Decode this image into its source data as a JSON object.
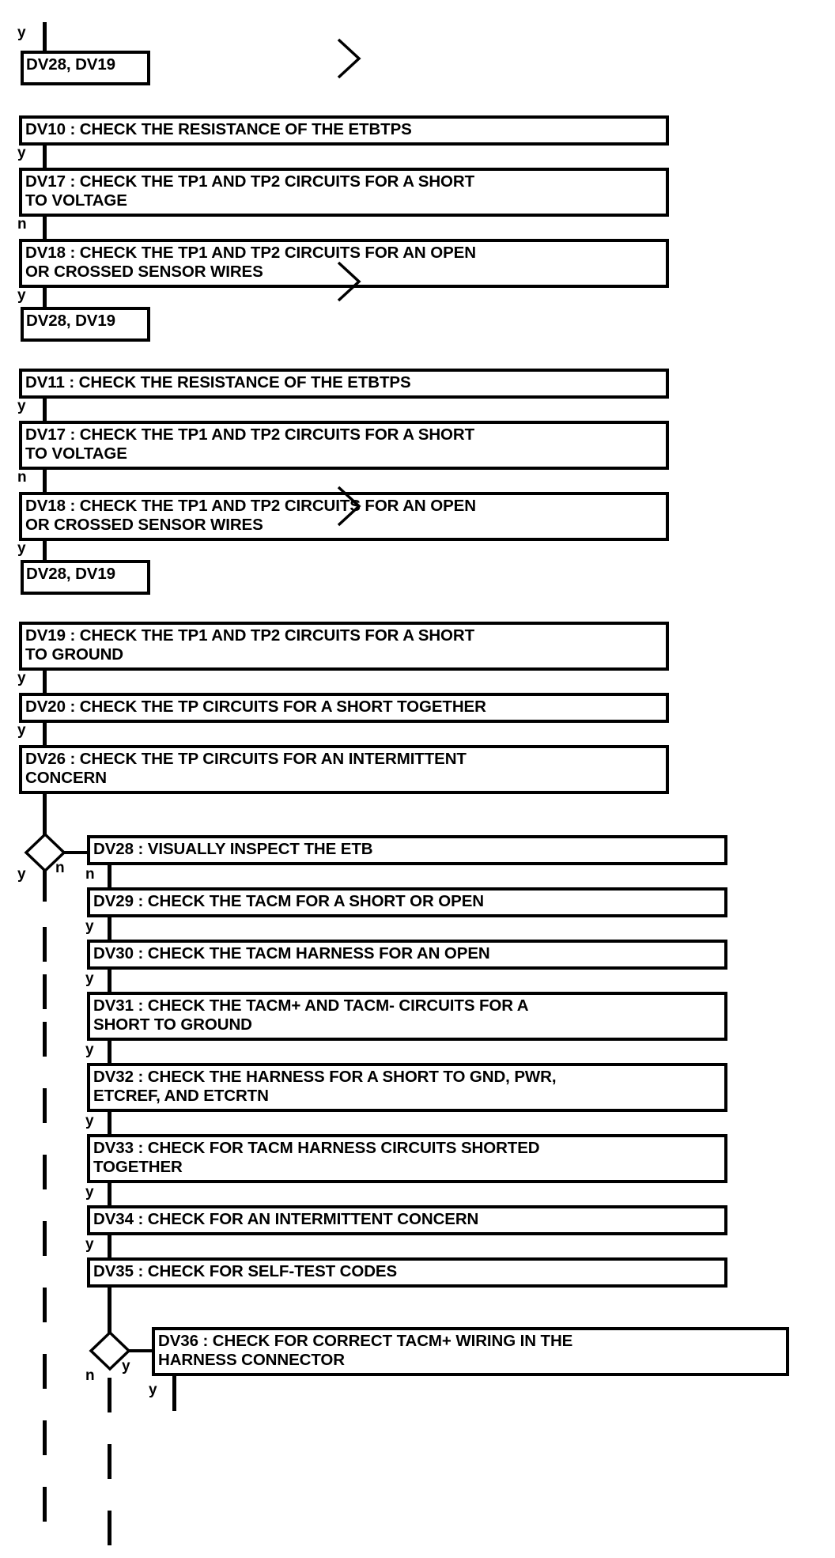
{
  "diagram": {
    "type": "flowchart",
    "title": "ETB / TACM Diagnostic Decision Flow",
    "nodes": [
      {
        "id": "tag1",
        "label": "DV28, DV19",
        "kind": "tag"
      },
      {
        "id": "dv10",
        "label": "DV10 : CHECK THE RESISTANCE OF THE ETBTPS",
        "kind": "step"
      },
      {
        "id": "dv17a",
        "label": "DV17 : CHECK THE TP1 AND TP2 CIRCUITS FOR A SHORT\nTO VOLTAGE",
        "kind": "step"
      },
      {
        "id": "dv18a",
        "label": "DV18 : CHECK THE TP1 AND TP2 CIRCUITS FOR AN OPEN\nOR CROSSED SENSOR WIRES",
        "kind": "step"
      },
      {
        "id": "tag2",
        "label": "DV28, DV19",
        "kind": "tag"
      },
      {
        "id": "dv11",
        "label": "DV11 : CHECK THE RESISTANCE OF THE ETBTPS",
        "kind": "step"
      },
      {
        "id": "dv17b",
        "label": "DV17 : CHECK THE TP1 AND TP2 CIRCUITS FOR A SHORT\nTO VOLTAGE",
        "kind": "step"
      },
      {
        "id": "dv18b",
        "label": "DV18 : CHECK THE TP1 AND TP2 CIRCUITS FOR AN OPEN\nOR CROSSED SENSOR WIRES",
        "kind": "step"
      },
      {
        "id": "tag3",
        "label": "DV28, DV19",
        "kind": "tag"
      },
      {
        "id": "dv19",
        "label": "DV19 : CHECK THE TP1 AND TP2 CIRCUITS FOR A SHORT\nTO GROUND",
        "kind": "step"
      },
      {
        "id": "dv20",
        "label": "DV20 : CHECK THE TP CIRCUITS FOR A SHORT TOGETHER",
        "kind": "step"
      },
      {
        "id": "dv26",
        "label": "DV26 : CHECK THE TP CIRCUITS FOR AN INTERMITTENT\nCONCERN",
        "kind": "step"
      },
      {
        "id": "dv28",
        "label": "DV28 : VISUALLY INSPECT THE ETB",
        "kind": "step"
      },
      {
        "id": "dv29",
        "label": "DV29 : CHECK THE TACM FOR A SHORT OR OPEN",
        "kind": "step"
      },
      {
        "id": "dv30",
        "label": "DV30 : CHECK THE TACM HARNESS FOR AN OPEN",
        "kind": "step"
      },
      {
        "id": "dv31",
        "label": "DV31 : CHECK THE TACM+ AND TACM- CIRCUITS FOR A\nSHORT TO GROUND",
        "kind": "step"
      },
      {
        "id": "dv32",
        "label": "DV32 : CHECK THE  HARNESS FOR A SHORT TO GND, PWR,\nETCREF, AND ETCRTN",
        "kind": "step"
      },
      {
        "id": "dv33",
        "label": "DV33 : CHECK FOR TACM HARNESS CIRCUITS SHORTED\nTOGETHER",
        "kind": "step"
      },
      {
        "id": "dv34",
        "label": "DV34 : CHECK FOR AN INTERMITTENT CONCERN",
        "kind": "step"
      },
      {
        "id": "dv35",
        "label": "DV35 : CHECK FOR SELF-TEST CODES",
        "kind": "step"
      },
      {
        "id": "dv36",
        "label": "DV36 : CHECK FOR CORRECT TACM+ WIRING IN THE\nHARNESS CONNECTOR",
        "kind": "step"
      }
    ],
    "branch_labels": {
      "b01": "y",
      "b02": "y",
      "b03": "n",
      "b04": "y",
      "b05": "y",
      "b06": "n",
      "b07": "y",
      "b08": "y",
      "b09": "y",
      "b10": "y",
      "b11": "y",
      "b12": "n",
      "b13": "n",
      "b14": "y",
      "b15": "y",
      "b16": "y",
      "b17": "y",
      "b18": "y",
      "b19": "y",
      "b20": "n",
      "b21": "y",
      "b22": "y"
    },
    "decisions": [
      {
        "id": "d1",
        "yes_label": "y",
        "no_label": "n"
      },
      {
        "id": "d2",
        "no_label": "n",
        "yes_label": "y"
      }
    ],
    "connectors": {
      "offpage_1": "chevron-right",
      "offpage_2": "chevron-right",
      "offpage_3": "chevron-right"
    },
    "colors": {
      "stroke": "#000000",
      "fill": "#ffffff",
      "text": "#000000"
    }
  }
}
